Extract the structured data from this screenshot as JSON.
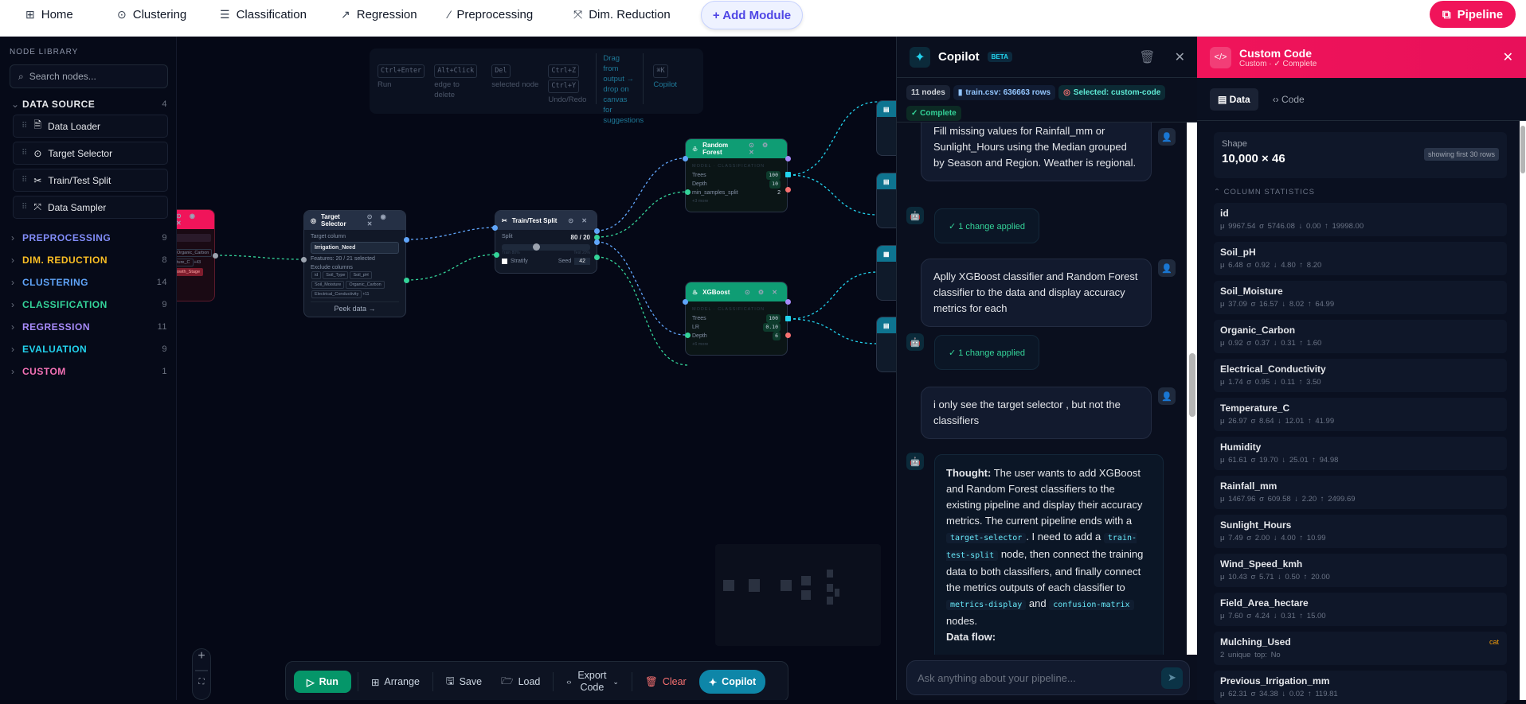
{
  "topnav": {
    "items": [
      {
        "icon": "grid-icon",
        "label": "Home"
      },
      {
        "icon": "target-icon",
        "label": "Clustering"
      },
      {
        "icon": "sliders-icon",
        "label": "Classification"
      },
      {
        "icon": "trend-icon",
        "label": "Regression"
      },
      {
        "icon": "wand-icon",
        "label": "Preprocessing"
      },
      {
        "icon": "shrink-icon",
        "label": "Dim. Reduction"
      }
    ],
    "add_module": "+ Add Module",
    "pipeline": "Pipeline"
  },
  "sidebar": {
    "title": "NODE LIBRARY",
    "search_placeholder": "Search nodes...",
    "categories": [
      {
        "label": "DATA SOURCE",
        "count": "4",
        "color": "#e5e7eb",
        "open": true
      },
      {
        "label": "PREPROCESSING",
        "count": "9",
        "color": "#818cf8"
      },
      {
        "label": "DIM. REDUCTION",
        "count": "8",
        "color": "#fbbf24"
      },
      {
        "label": "CLUSTERING",
        "count": "14",
        "color": "#60a5fa"
      },
      {
        "label": "CLASSIFICATION",
        "count": "9",
        "color": "#34d399"
      },
      {
        "label": "REGRESSION",
        "count": "11",
        "color": "#a78bfa"
      },
      {
        "label": "EVALUATION",
        "count": "9",
        "color": "#22d3ee"
      },
      {
        "label": "CUSTOM",
        "count": "1",
        "color": "#f472b6"
      }
    ],
    "data_source_items": [
      {
        "icon": "file-icon",
        "label": "Data Loader"
      },
      {
        "icon": "target-icon",
        "label": "Target Selector"
      },
      {
        "icon": "scissors-icon",
        "label": "Train/Test Split"
      },
      {
        "icon": "shrink-icon",
        "label": "Data Sampler"
      }
    ]
  },
  "canvas": {
    "hints": [
      {
        "keys": [
          "Ctrl+Enter"
        ],
        "text": "Run"
      },
      {
        "keys": [
          "Alt+Click"
        ],
        "text": "edge to delete"
      },
      {
        "keys": [
          "Del"
        ],
        "text": "selected node"
      },
      {
        "keys": [
          "Ctrl+Z",
          "Ctrl+Y"
        ],
        "text": "Undo/Redo"
      },
      {
        "keys": [],
        "text": "Drag from output → drop on canvas for suggestions"
      },
      {
        "keys": [
          "⌘K"
        ],
        "text": "Copilot"
      }
    ],
    "custom_node": {
      "tags": [
        "Organic_Carbon",
        "ture_C"
      ],
      "more": "+43",
      "red_tag": "owth_Stage"
    },
    "target_selector": {
      "title": "Target Selector",
      "target_label": "Target column",
      "target_value": "Irrigation_Need",
      "features": "Features: 20 / 21 selected",
      "exclude_label": "Exclude columns",
      "exclude": [
        "id",
        "Soil_Type",
        "Soil_pH",
        "Soil_Moisture",
        "Organic_Carbon",
        "Electrical_Conductivity"
      ],
      "exclude_more": "+11",
      "footer": "Peek data →"
    },
    "train_test": {
      "title": "Train/Test Split",
      "split_label": "Split",
      "split_value": "80 / 20",
      "split_fraction": 0.8,
      "train_label": "Train 80%",
      "test_label": "Test 20%",
      "stratify": "Stratify",
      "seed_label": "Seed",
      "seed": "42"
    },
    "random_forest": {
      "title": "Random Forest",
      "subtitle": "MODEL · CLASSIFICATION",
      "params": [
        {
          "k": "Trees",
          "v": "100"
        },
        {
          "k": "Depth",
          "v": "10"
        },
        {
          "k": "min_samples_split",
          "v": "2"
        }
      ],
      "more": "+3 more"
    },
    "xgboost": {
      "title": "XGBoost",
      "subtitle": "MODEL · CLASSIFICATION",
      "params": [
        {
          "k": "Trees",
          "v": "100"
        },
        {
          "k": "LR",
          "v": "0.10"
        },
        {
          "k": "Depth",
          "v": "6"
        }
      ],
      "more": "+6 more"
    }
  },
  "toolbar": {
    "run": "Run",
    "arrange": "Arrange",
    "save": "Save",
    "load": "Load",
    "export": "Export Code",
    "clear": "Clear",
    "copilot": "Copilot"
  },
  "copilot": {
    "title": "Copilot",
    "badge": "BETA",
    "chips": {
      "nodes": "11 nodes",
      "dataset": "train.csv: 636663 rows",
      "selected": "Selected: custom-code",
      "status": "✓ Complete"
    },
    "messages": [
      {
        "role": "user",
        "text": "Fill missing values for Rainfall_mm or Sunlight_Hours using the Median grouped by Season and Region. Weather is regional."
      },
      {
        "role": "bot",
        "text": "✓  1 change applied"
      },
      {
        "role": "user",
        "text": "Aplly XGBoost classifier and Random Forest classifier to the data and display accuracy metrics for each"
      },
      {
        "role": "bot",
        "text": "✓  1 change applied"
      },
      {
        "role": "user",
        "text": "i only see the target selector , but not the classifiers"
      }
    ],
    "thought": {
      "label": "Thought:",
      "t1": " The user wants to add XGBoost and Random Forest classifiers to the existing pipeline and display their accuracy metrics. The current pipeline ends with a ",
      "c1": "target-selector",
      "t2": ". I need to add a ",
      "c2": "train-test-split",
      "t3": " node, then connect the training data to both classifiers, and finally connect the metrics outputs of each classifier to ",
      "c3": "metrics-display",
      "t4": " and ",
      "c4": "confusion-matrix",
      "t5": " nodes.",
      "df": "Data flow:"
    },
    "input_placeholder": "Ask anything about your pipeline..."
  },
  "code_panel": {
    "title": "Custom Code",
    "subtitle": "Custom · ✓ Complete",
    "tabs": [
      "Data",
      "Code"
    ],
    "shape_label": "Shape",
    "shape": "10,000 × 46",
    "showing": "showing first 30 rows",
    "stats_title": "COLUMN STATISTICS",
    "columns": [
      {
        "name": "id",
        "stats": "μ 9967.54   σ 5746.08   ↓ 0.00   ↑ 19998.00"
      },
      {
        "name": "Soil_pH",
        "stats": "μ 6.48   σ 0.92   ↓ 4.80   ↑ 8.20"
      },
      {
        "name": "Soil_Moisture",
        "stats": "μ 37.09   σ 16.57   ↓ 8.02   ↑ 64.99"
      },
      {
        "name": "Organic_Carbon",
        "stats": "μ 0.92   σ 0.37   ↓ 0.31   ↑ 1.60"
      },
      {
        "name": "Electrical_Conductivity",
        "stats": "μ 1.74   σ 0.95   ↓ 0.11   ↑ 3.50"
      },
      {
        "name": "Temperature_C",
        "stats": "μ 26.97   σ 8.64   ↓ 12.01   ↑ 41.99"
      },
      {
        "name": "Humidity",
        "stats": "μ 61.61   σ 19.70   ↓ 25.01   ↑ 94.98"
      },
      {
        "name": "Rainfall_mm",
        "stats": "μ 1467.96   σ 609.58   ↓ 2.20   ↑ 2499.69"
      },
      {
        "name": "Sunlight_Hours",
        "stats": "μ 7.49   σ 2.00   ↓ 4.00   ↑ 10.99"
      },
      {
        "name": "Wind_Speed_kmh",
        "stats": "μ 10.43   σ 5.71   ↓ 0.50   ↑ 20.00"
      },
      {
        "name": "Field_Area_hectare",
        "stats": "μ 7.60   σ 4.24   ↓ 0.31   ↑ 15.00"
      },
      {
        "name": "Mulching_Used",
        "stats": "2 unique    top: No",
        "badge": "cat"
      },
      {
        "name": "Previous_Irrigation_mm",
        "stats": "μ 62.31   σ 34.38   ↓ 0.02   ↑ 119.81"
      }
    ]
  },
  "colors": {
    "accent_pink": "#f0145a",
    "accent_cyan": "#0ea5c6",
    "success": "#059669",
    "indigo": "#4f46e5"
  }
}
